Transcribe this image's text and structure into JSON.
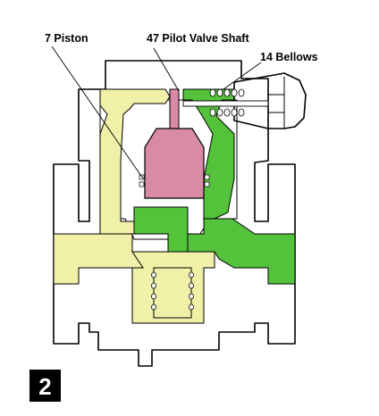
{
  "labels": {
    "piston": "7 Piston",
    "pilot_valve_shaft": "47 Pilot Valve Shaft",
    "bellows": "14 Bellows"
  },
  "figure_number": "2",
  "colors": {
    "yellow_region": "#f0f0a8",
    "green_region": "#55c23c",
    "pink_region": "#d98aa6",
    "outline": "#000000",
    "badge": "#000000"
  }
}
